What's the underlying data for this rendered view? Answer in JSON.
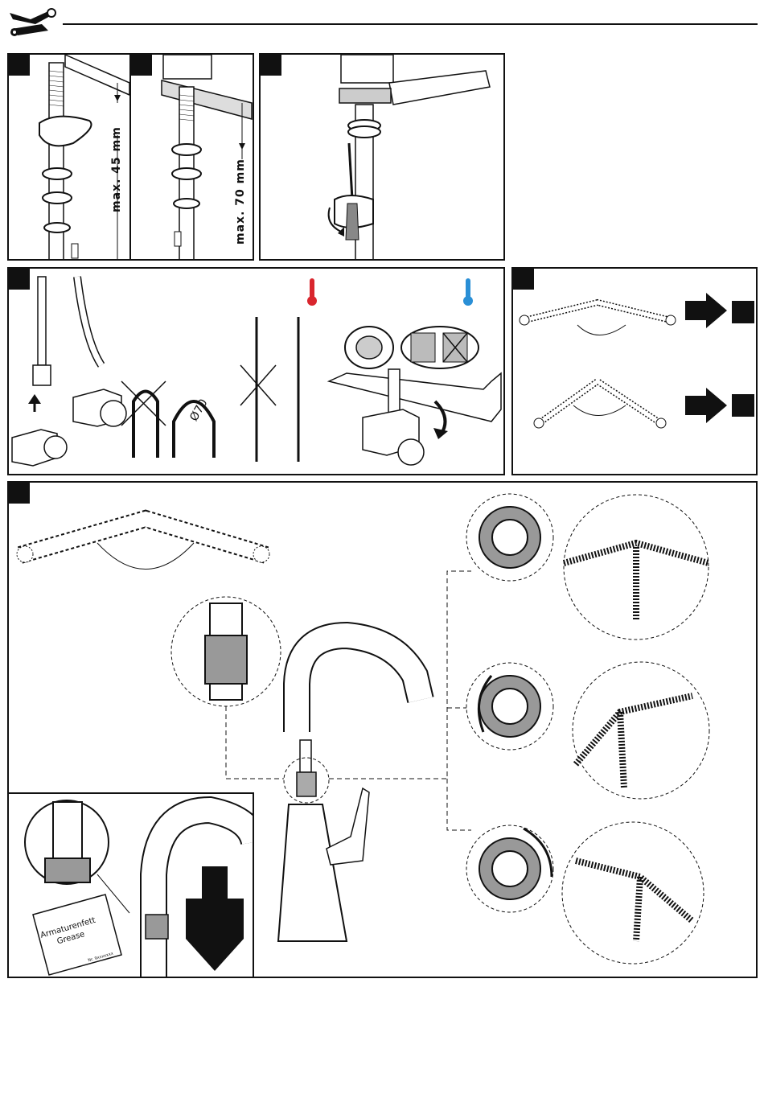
{
  "header": {
    "icon": "wrench-screwdriver-icon"
  },
  "step1": {
    "limit_label": "max. 45 mm"
  },
  "step2": {
    "limit_label": "max. 70 mm"
  },
  "step4": {
    "bend_diameter_label": "Ø70"
  },
  "grease": {
    "label_line1": "Armaturenfett",
    "label_line2": "Grease",
    "code": "Nr. 9xxxxxxx"
  },
  "colors": {
    "hot": "#d9262e",
    "cold": "#2a8fd6",
    "ink": "#111111",
    "gray": "#8a8a8a"
  }
}
